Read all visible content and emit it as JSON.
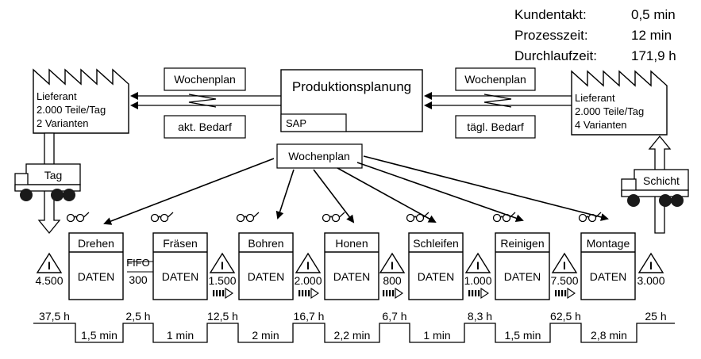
{
  "kpis": [
    {
      "label": "Kundentakt:",
      "value": "0,5 min"
    },
    {
      "label": "Prozesszeit:",
      "value": "12 min"
    },
    {
      "label": "Durchlaufzeit:",
      "value": "171,9 h"
    }
  ],
  "planning": {
    "title": "Produktionsplanung",
    "system": "SAP"
  },
  "supplier_left": {
    "name": "Lieferant",
    "quantity": "2.000 Teile/Tag",
    "variants": "2 Varianten"
  },
  "supplier_right": {
    "name": "Lieferant",
    "quantity": "2.000 Teile/Tag",
    "variants": "4 Varianten"
  },
  "info_labels": {
    "wochenplan_left": "Wochenplan",
    "bedarf_left": "akt. Bedarf",
    "wochenplan_right": "Wochenplan",
    "bedarf_right": "tägl. Bedarf",
    "wochenplan_center": "Wochenplan"
  },
  "trucks": {
    "left": "Tag",
    "right": "Schicht"
  },
  "data_label": "DATEN",
  "fifo": {
    "label": "FIFO",
    "value": "300"
  },
  "processes": [
    "Drehen",
    "Fräsen",
    "Bohren",
    "Honen",
    "Schleifen",
    "Reinigen",
    "Montage"
  ],
  "inventory": [
    "4.500",
    "1.500",
    "2.000",
    "800",
    "1.000",
    "7.500",
    "3.000"
  ],
  "wait_times": [
    "37,5 h",
    "2,5 h",
    "12,5 h",
    "16,7 h",
    "6,7 h",
    "8,3 h",
    "62,5 h",
    "25 h"
  ],
  "process_times": [
    "1,5 min",
    "1 min",
    "2 min",
    "2,2 min",
    "1 min",
    "1,5 min",
    "2,8 min"
  ]
}
